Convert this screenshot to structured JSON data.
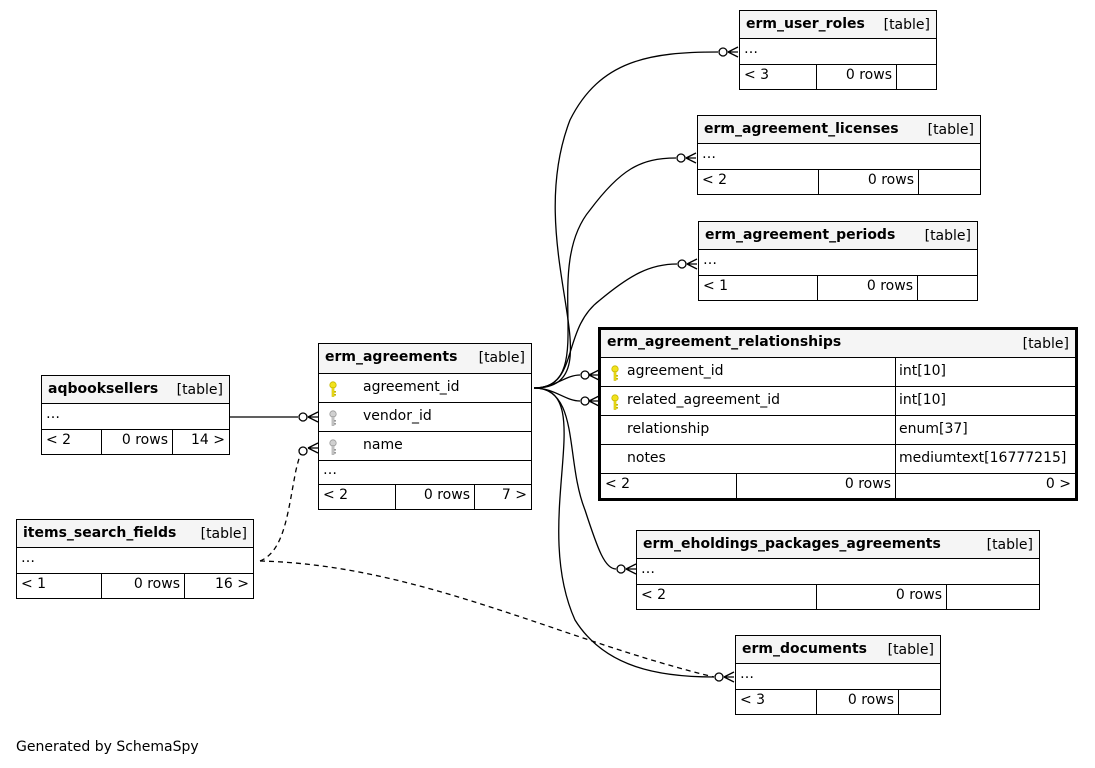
{
  "tables": {
    "erm_user_roles": {
      "name": "erm_user_roles",
      "type": "[table]",
      "ellipsis": "…",
      "parents": "< 3",
      "rows": "0 rows",
      "children": ""
    },
    "erm_agreement_licenses": {
      "name": "erm_agreement_licenses",
      "type": "[table]",
      "ellipsis": "…",
      "parents": "< 2",
      "rows": "0 rows",
      "children": ""
    },
    "erm_agreement_periods": {
      "name": "erm_agreement_periods",
      "type": "[table]",
      "ellipsis": "…",
      "parents": "< 1",
      "rows": "0 rows",
      "children": ""
    },
    "erm_agreement_relationships": {
      "name": "erm_agreement_relationships",
      "type": "[table]",
      "columns": [
        {
          "name": "agreement_id",
          "type": "int[10]",
          "key": "primary"
        },
        {
          "name": "related_agreement_id",
          "type": "int[10]",
          "key": "primary"
        },
        {
          "name": "relationship",
          "type": "enum[37]",
          "key": ""
        },
        {
          "name": "notes",
          "type": "mediumtext[16777215]",
          "key": ""
        }
      ],
      "parents": "< 2",
      "rows": "0 rows",
      "children": "0 >"
    },
    "erm_eholdings_packages_agreements": {
      "name": "erm_eholdings_packages_agreements",
      "type": "[table]",
      "ellipsis": "…",
      "parents": "< 2",
      "rows": "0 rows",
      "children": ""
    },
    "erm_documents": {
      "name": "erm_documents",
      "type": "[table]",
      "ellipsis": "…",
      "parents": "< 3",
      "rows": "0 rows",
      "children": ""
    },
    "erm_agreements": {
      "name": "erm_agreements",
      "type": "[table]",
      "columns": [
        {
          "name": "agreement_id",
          "key": "primary"
        },
        {
          "name": "vendor_id",
          "key": "foreign"
        },
        {
          "name": "name",
          "key": "foreign"
        }
      ],
      "ellipsis": "…",
      "parents": "< 2",
      "rows": "0 rows",
      "children": "7 >"
    },
    "aqbooksellers": {
      "name": "aqbooksellers",
      "type": "[table]",
      "ellipsis": "…",
      "parents": "< 2",
      "rows": "0 rows",
      "children": "14 >"
    },
    "items_search_fields": {
      "name": "items_search_fields",
      "type": "[table]",
      "ellipsis": "…",
      "parents": "< 1",
      "rows": "0 rows",
      "children": "16 >"
    }
  },
  "caption": "Generated by SchemaSpy",
  "colors": {
    "primary_key": "#f2e21c",
    "foreign_key": "#b8b8b8",
    "header_bg": "#f5f5f5",
    "line": "#000000"
  }
}
